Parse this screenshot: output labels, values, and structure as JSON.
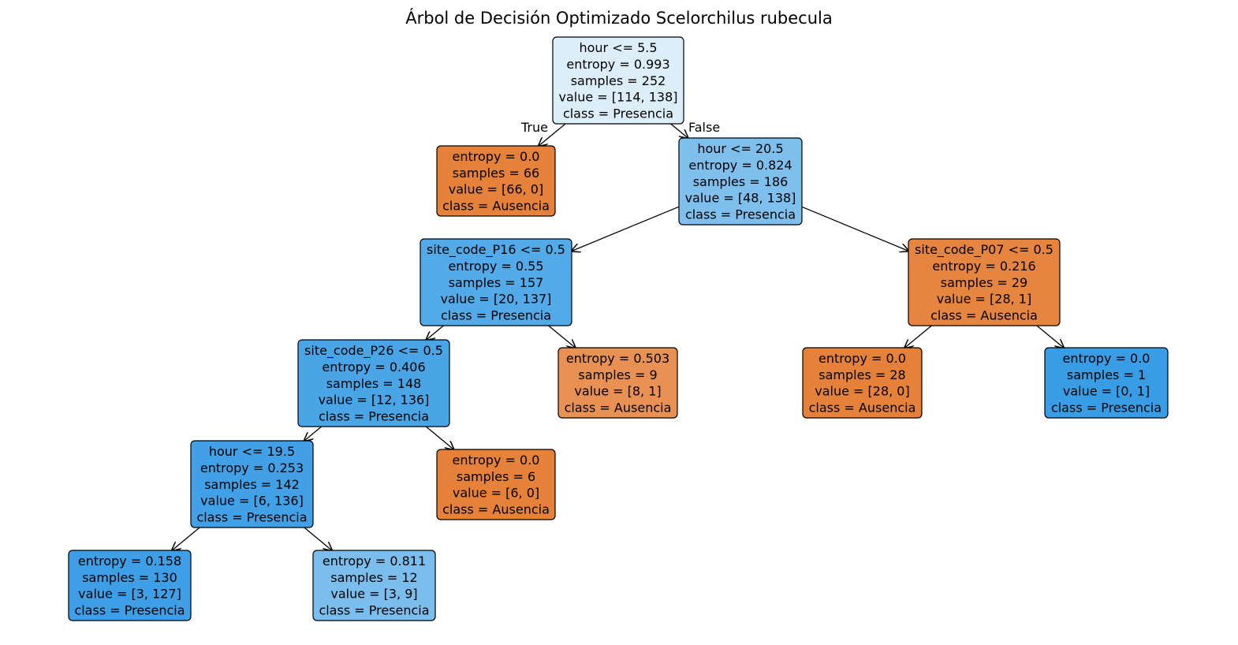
{
  "title": "Árbol de Decisión Optimizado Scelorchilus rubecula",
  "colors": {
    "root": "#ddeefb",
    "presencia_light": "#7bbeee",
    "presencia_mid": "#51a8ec",
    "presencia_strong": "#45a3e7",
    "presencia_full": "#3a9de5",
    "presencia_pure": "#399de5",
    "ausencia_pure": "#e58139",
    "ausencia_mid": "#e9904d",
    "ausencia_light": "#ea9050"
  },
  "edge_labels": {
    "true": "True",
    "false": "False"
  },
  "nodes": [
    {
      "id": "n0",
      "lines": [
        "hour <= 5.5",
        "entropy = 0.993",
        "samples = 252",
        "value = [114, 138]",
        "class = Presencia"
      ],
      "color": "#ddeefb"
    },
    {
      "id": "n1",
      "lines": [
        "entropy = 0.0",
        "samples = 66",
        "value = [66, 0]",
        "class = Ausencia"
      ],
      "color": "#e58139"
    },
    {
      "id": "n2",
      "lines": [
        "hour <= 20.5",
        "entropy = 0.824",
        "samples = 186",
        "value = [48, 138]",
        "class = Presencia"
      ],
      "color": "#7ebfee"
    },
    {
      "id": "n3",
      "lines": [
        "site_code_P16 <= 0.5",
        "entropy = 0.55",
        "samples = 157",
        "value = [20, 137]",
        "class = Presencia"
      ],
      "color": "#52aae9"
    },
    {
      "id": "n4",
      "lines": [
        "site_code_P07 <= 0.5",
        "entropy = 0.216",
        "samples = 29",
        "value = [28, 1]",
        "class = Ausencia"
      ],
      "color": "#e68540"
    },
    {
      "id": "n5",
      "lines": [
        "site_code_P26 <= 0.5",
        "entropy = 0.406",
        "samples = 148",
        "value = [12, 136]",
        "class = Presencia"
      ],
      "color": "#4aa5e7"
    },
    {
      "id": "n6",
      "lines": [
        "entropy = 0.503",
        "samples = 9",
        "value = [8, 1]",
        "class = Ausencia"
      ],
      "color": "#e89152"
    },
    {
      "id": "n7",
      "lines": [
        "entropy = 0.0",
        "samples = 28",
        "value = [28, 0]",
        "class = Ausencia"
      ],
      "color": "#e58139"
    },
    {
      "id": "n8",
      "lines": [
        "entropy = 0.0",
        "samples = 1",
        "value = [0, 1]",
        "class = Presencia"
      ],
      "color": "#399de5"
    },
    {
      "id": "n9",
      "lines": [
        "hour <= 19.5",
        "entropy = 0.253",
        "samples = 142",
        "value = [6, 136]",
        "class = Presencia"
      ],
      "color": "#42a1e6"
    },
    {
      "id": "n10",
      "lines": [
        "entropy = 0.0",
        "samples = 6",
        "value = [6, 0]",
        "class = Ausencia"
      ],
      "color": "#e58139"
    },
    {
      "id": "n11",
      "lines": [
        "entropy = 0.158",
        "samples = 130",
        "value = [3, 127]",
        "class = Presencia"
      ],
      "color": "#3e9fe6"
    },
    {
      "id": "n12",
      "lines": [
        "entropy = 0.811",
        "samples = 12",
        "value = [3, 9]",
        "class = Presencia"
      ],
      "color": "#7bbeee"
    }
  ],
  "edges": [
    {
      "from": "n0",
      "to": "n1",
      "label": "True"
    },
    {
      "from": "n0",
      "to": "n2",
      "label": "False"
    },
    {
      "from": "n2",
      "to": "n3",
      "label": ""
    },
    {
      "from": "n2",
      "to": "n4",
      "label": ""
    },
    {
      "from": "n3",
      "to": "n5",
      "label": ""
    },
    {
      "from": "n3",
      "to": "n6",
      "label": ""
    },
    {
      "from": "n4",
      "to": "n7",
      "label": ""
    },
    {
      "from": "n4",
      "to": "n8",
      "label": ""
    },
    {
      "from": "n5",
      "to": "n9",
      "label": ""
    },
    {
      "from": "n5",
      "to": "n10",
      "label": ""
    },
    {
      "from": "n9",
      "to": "n11",
      "label": ""
    },
    {
      "from": "n9",
      "to": "n12",
      "label": ""
    }
  ]
}
